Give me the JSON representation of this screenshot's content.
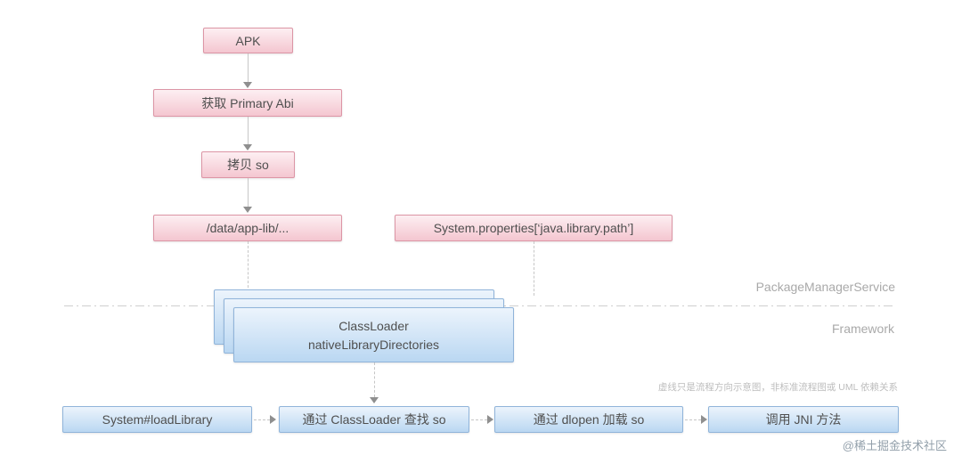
{
  "diagram": {
    "nodes": {
      "apk": "APK",
      "get_primary_abi": "获取 Primary Abi",
      "copy_so": "拷贝 so",
      "app_lib_path": "/data/app-lib/...",
      "system_properties": "System.properties[‘java.library.path’]",
      "classloader": {
        "line1": "ClassLoader",
        "line2": "nativeLibraryDirectories"
      },
      "system_loadlibrary": "System#loadLibrary",
      "classloader_find_so": "通过 ClassLoader 查找 so",
      "dlopen_load_so": "通过 dlopen 加载 so",
      "call_jni": "调用 JNI 方法"
    },
    "labels": {
      "package_manager_service": "PackageManagerService",
      "framework": "Framework",
      "note": "虚线只是流程方向示意图，非标准流程图或 UML 依赖关系",
      "watermark": "@稀土掘金技术社区"
    }
  },
  "colors": {
    "pink_top": "#fdeff2",
    "pink_bottom": "#f4c6d0",
    "pink_border": "#dc95a5",
    "blue_top": "#ecf4fc",
    "blue_bottom": "#bad7f2",
    "blue_border": "#90b4da",
    "arrow": "#8f8f8f",
    "line": "#c6c6c6",
    "text": "#4f4f4f",
    "muted": "#a9a9a9"
  }
}
